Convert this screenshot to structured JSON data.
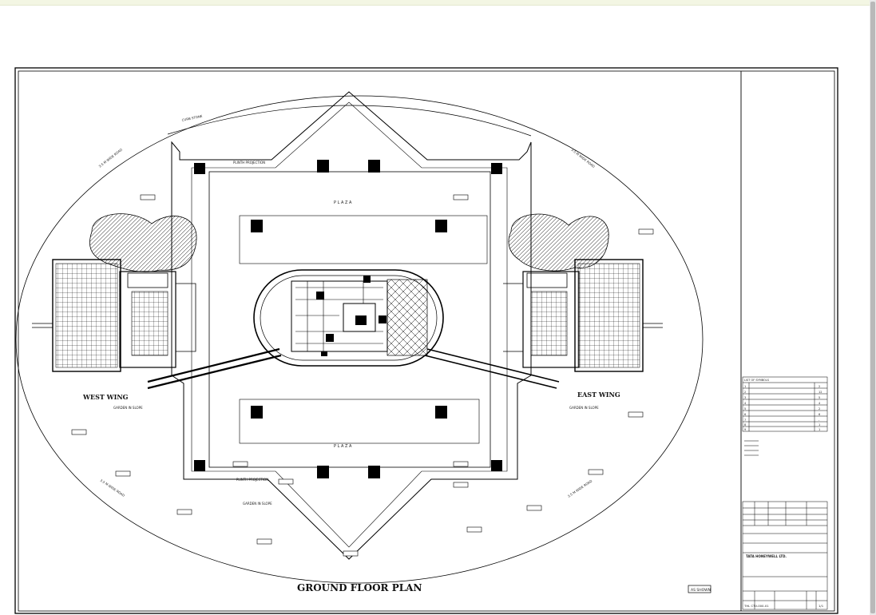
{
  "drawing": {
    "title": "GROUND FLOOR PLAN",
    "scale_note": "AS SHOWN",
    "labels": {
      "plaza_top": "P L A Z A",
      "plaza_bottom": "P L A Z A",
      "west_wing": "WEST WING",
      "east_wing": "EAST WING",
      "plinth_top": "PLINTH PROJECTION",
      "plinth_bottom": "PLINTH PROJECTION",
      "garden_west": "GARDEN IN SLOPE",
      "garden_east": "GARDEN IN SLOPE",
      "garden_bottom": "GARDEN IN SLOPE",
      "curb_stone": "CURB STONE",
      "road_nw": "3.5 M WIDE ROAD",
      "road_ne": "3.5 M WIDE ROAD",
      "road_sw": "3.5 M WIDE ROAD",
      "road_se": "3.5 M WIDE ROAD"
    }
  },
  "legend": {
    "header": "LIST OF SYMBOLS",
    "rows": [
      {
        "no": "1",
        "qty": "2"
      },
      {
        "no": "2",
        "qty": "12"
      },
      {
        "no": "3",
        "qty": "5"
      },
      {
        "no": "4",
        "qty": "4"
      },
      {
        "no": "5",
        "qty": "2"
      },
      {
        "no": "6",
        "qty": "6"
      },
      {
        "no": "7",
        "qty": "-"
      },
      {
        "no": "8",
        "qty": "1"
      },
      {
        "no": "9",
        "qty": "1"
      }
    ]
  },
  "title_block": {
    "client": "TATA HONEYWELL LTD.",
    "drawing_no": "THL CTV-000-01",
    "sheet": "1/1"
  }
}
